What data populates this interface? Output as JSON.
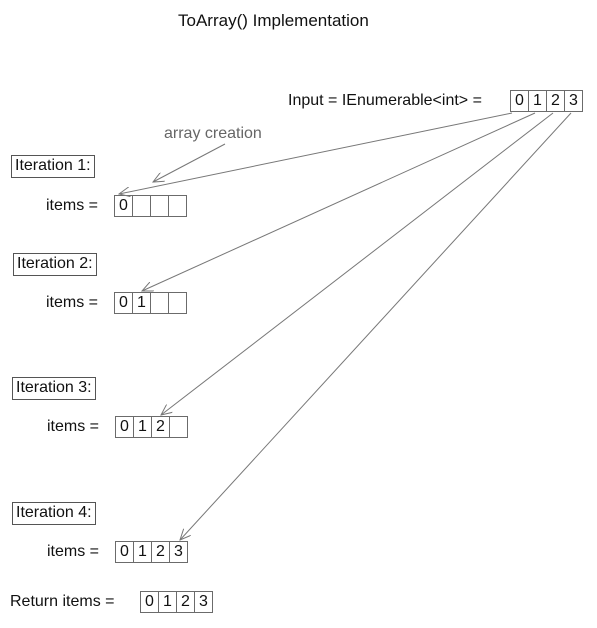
{
  "title": "ToArray() Implementation",
  "input": {
    "label": "Input = IEnumerable<int> =",
    "cells": [
      "0",
      "1",
      "2",
      "3"
    ]
  },
  "annotation": "array creation",
  "iterations": [
    {
      "heading": "Iteration 1:",
      "label": "items =",
      "cells": [
        "0",
        "",
        "",
        ""
      ]
    },
    {
      "heading": "Iteration 2:",
      "label": "items =",
      "cells": [
        "0",
        "1",
        "",
        ""
      ]
    },
    {
      "heading": "Iteration 3:",
      "label": "items =",
      "cells": [
        "0",
        "1",
        "2",
        ""
      ]
    },
    {
      "heading": "Iteration 4:",
      "label": "items =",
      "cells": [
        "0",
        "1",
        "2",
        "3"
      ]
    }
  ],
  "result": {
    "label": "Return  items =",
    "cells": [
      "0",
      "1",
      "2",
      "3"
    ]
  }
}
